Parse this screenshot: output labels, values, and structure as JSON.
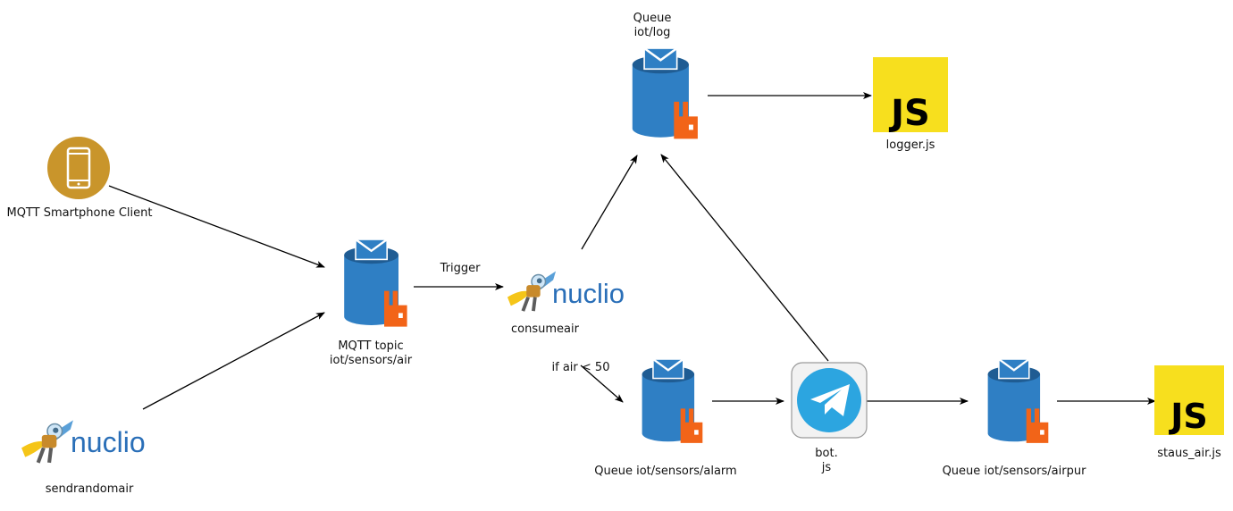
{
  "colors": {
    "queue_blue": "#2f7fc4",
    "queue_dark": "#1f5c93",
    "rabbit_orange": "#f26418",
    "js_yellow": "#f7df1e",
    "phone_gold": "#c9952b",
    "telegram_blue": "#2ca5e0",
    "nuclio_blue": "#2a6fb8"
  },
  "nodes": {
    "smartphone": {
      "label": "MQTT Smartphone Client",
      "icon": "smartphone-icon"
    },
    "sendrandomair": {
      "label": "sendrandomair",
      "logo_text": "nuclio",
      "icon": "nuclio-logo"
    },
    "mqtt_topic": {
      "line1": "MQTT topic",
      "line2": "iot/sensors/air",
      "icon": "rabbitmq-queue-icon"
    },
    "consumeair": {
      "label": "consumeair",
      "logo_text": "nuclio",
      "icon": "nuclio-logo"
    },
    "queue_log": {
      "line1": "Queue",
      "line2": "iot/log",
      "icon": "rabbitmq-queue-icon"
    },
    "logger": {
      "label": "logger.js",
      "badge": "JS",
      "icon": "javascript-icon"
    },
    "queue_alarm": {
      "label": "Queue iot/sensors/alarm",
      "icon": "rabbitmq-queue-icon"
    },
    "bot": {
      "line1": "bot.",
      "line2": "js",
      "icon": "telegram-icon"
    },
    "queue_airpur": {
      "label": "Queue iot/sensors/airpur",
      "icon": "rabbitmq-queue-icon"
    },
    "status_air": {
      "label": "staus_air.js",
      "badge": "JS",
      "icon": "javascript-icon"
    }
  },
  "edges": {
    "trigger_label": "Trigger",
    "condition_label": "if air < 50"
  }
}
